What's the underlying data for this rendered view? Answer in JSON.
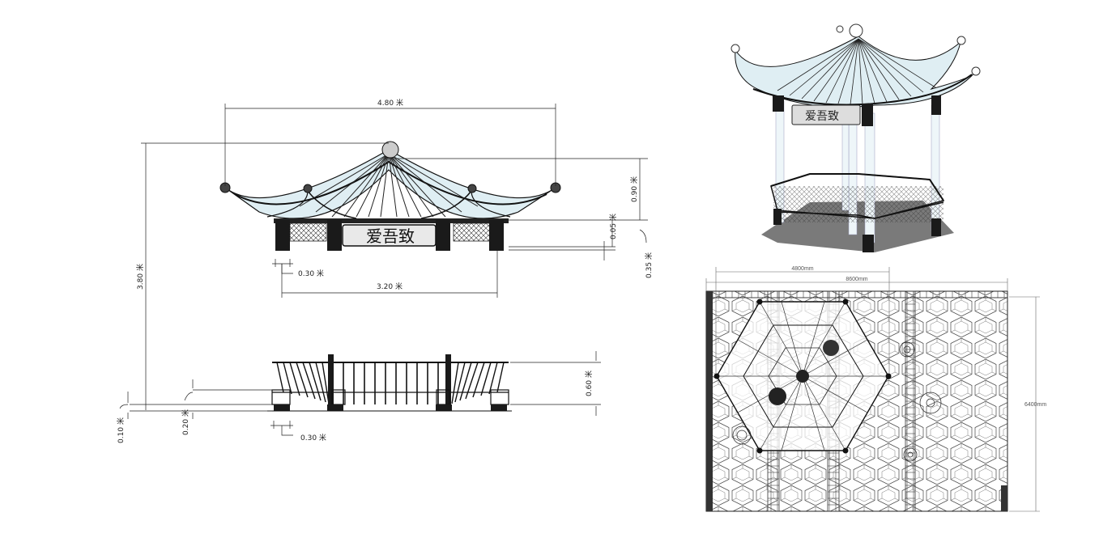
{
  "front_elevation": {
    "sign_text": "爱吾致",
    "dims": {
      "width_top": "4.80 米",
      "height_total": "3.80 米",
      "roof_height": "0.90 米",
      "eave_gap": "0.05 米",
      "beam": "0.35 米",
      "column": "0.30 米",
      "span": "3.20 米"
    }
  },
  "railing_elevation": {
    "dims": {
      "rail_height": "0.60 米",
      "base_step": "0.10 米",
      "seat": "0.20 米",
      "post": "0.30 米"
    }
  },
  "perspective_view": {
    "sign_text": "爱吾致"
  },
  "plan_view": {
    "dims": {
      "pavilion_width": "4800mm",
      "site_width": "8600mm",
      "site_depth": "6400mm"
    }
  }
}
